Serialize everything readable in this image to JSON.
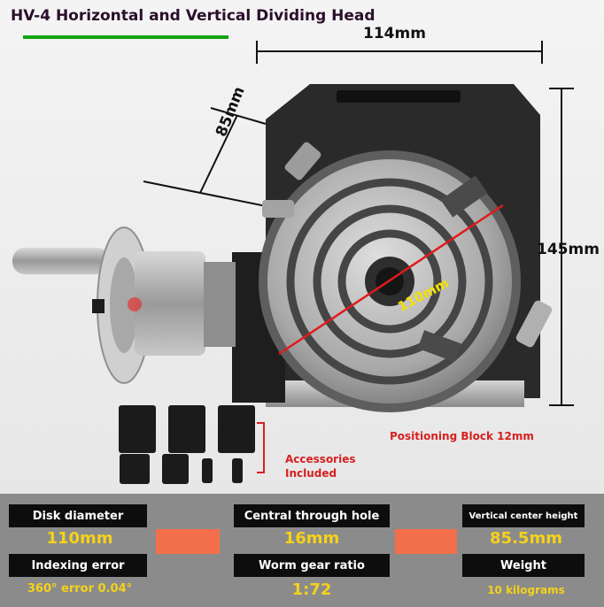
{
  "title": "HV-4 Horizontal and Vertical Dividing Head",
  "dimensions": {
    "width": "114mm",
    "height": "145mm",
    "side": "85mm",
    "diameter": "110mm"
  },
  "callouts": {
    "positioning_block": "Positioning Block 12mm",
    "accessories_line1": "Accessories",
    "accessories_line2": "Included"
  },
  "specs": {
    "disk_diameter_label": "Disk diameter",
    "disk_diameter_value": "110mm",
    "through_hole_label": "Central through hole",
    "through_hole_value": "16mm",
    "center_height_label": "Vertical center height",
    "center_height_value": "85.5mm",
    "indexing_error_label": "Indexing error",
    "indexing_error_value": "360° error 0.04°",
    "worm_ratio_label": "Worm gear ratio",
    "worm_ratio_value": "1:72",
    "weight_label": "Weight",
    "weight_value": "10 kilograms"
  },
  "colors": {
    "accent_red": "#d62020",
    "value_yellow": "#f4d21a",
    "swatch_orange": "#f36f4b",
    "green_line": "#13a313"
  }
}
